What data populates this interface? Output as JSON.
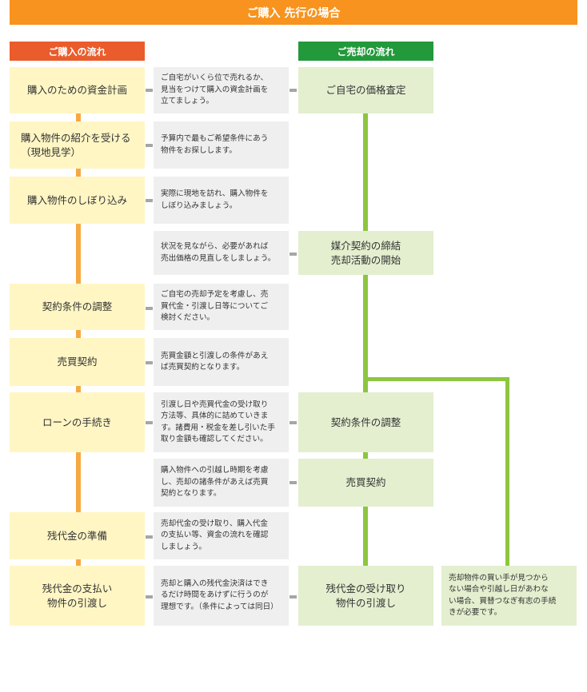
{
  "title": "ご購入 先行の場合",
  "headers": {
    "buy": "ご購入の流れ",
    "sell": "ご売却の流れ"
  },
  "buy_steps": [
    "購入のための資金計画",
    "購入物件の紹介を受ける\n（現地見学）",
    "購入物件のしぼり込み",
    "契約条件の調整",
    "売買契約",
    "ローンの手続き",
    "残代金の準備",
    "残代金の支払い\n物件の引渡し"
  ],
  "descriptions": [
    "ご自宅がいくら位で売れるか、\n見当をつけて購入の資金計画を\n立てましょう。",
    "予算内で最もご希望条件にあう\n物件をお探しします。",
    "実際に現地を訪れ、購入物件を\nしぼり込みましょう。",
    "状況を見ながら、必要があれば\n売出価格の見直しをしましょう。",
    "ご自宅の売却予定を考慮し、売\n買代金・引渡し日等についてご\n検討ください。",
    "売買金額と引渡しの条件があえ\nば売買契約となります。",
    "引渡し日や売買代金の受け取り\n方法等、具体的に詰めていきま\nす。諸費用・税金を差し引いた手\n取り金額も確認してください。",
    "購入物件への引越し時期を考慮\nし、売却の諸条件があえば売買\n契約となります。",
    "売却代金の受け取り、購入代金\nの支払い等、資金の流れを確認\nしましょう。",
    "売却と購入の残代金決済はでき\nるだけ時間をあけずに行うのが\n理想です。（条件によっては同日）"
  ],
  "sell_steps": [
    "ご自宅の価格査定",
    "媒介契約の締結\n売却活動の開始",
    "契約条件の調整",
    "売買契約",
    "残代金の受け取り\n物件の引渡し"
  ],
  "note": "売却物件の買い手が見つから\nない場合や引越し日があわな\nい場合、買替つなぎ有志の手続\nきが必要です。"
}
